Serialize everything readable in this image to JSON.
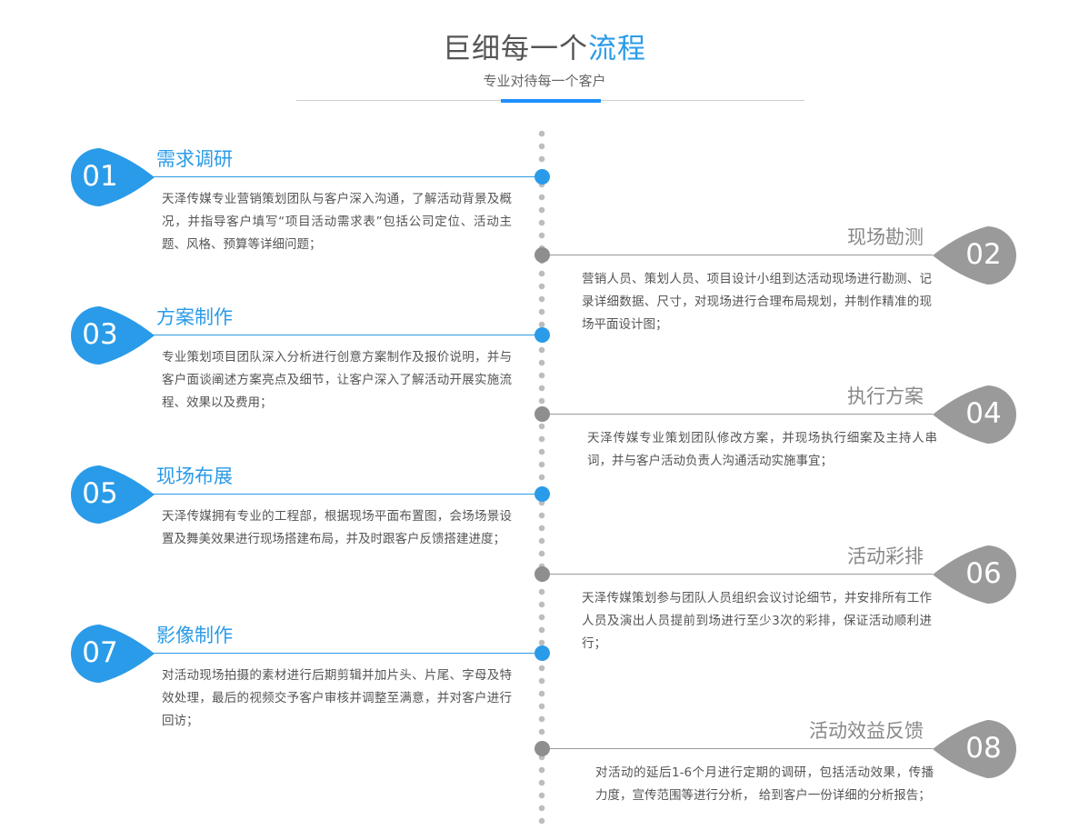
{
  "header": {
    "title_main": "巨细每一个",
    "title_accent": "流程",
    "subtitle": "专业对待每一个客户"
  },
  "colors": {
    "accent": "#2a9be8",
    "grey_badge": "#9a9a9a",
    "text": "#555555"
  },
  "steps": [
    {
      "num": "01",
      "title": "需求调研",
      "side": "left",
      "desc": "天泽传媒专业营销策划团队与客户深入沟通，了解活动背景及概况，并指导客户填写“项目活动需求表”包括公司定位、活动主题、风格、预算等详细问题；"
    },
    {
      "num": "02",
      "title": "现场勘测",
      "side": "right",
      "desc": "营销人员、策划人员、项目设计小组到达活动现场进行勘测、记录详细数据、尺寸，对现场进行合理布局规划，并制作精准的现场平面设计图；"
    },
    {
      "num": "03",
      "title": "方案制作",
      "side": "left",
      "desc": "专业策划项目团队深入分析进行创意方案制作及报价说明，并与客户面谈阐述方案亮点及细节，让客户深入了解活动开展实施流程、效果以及费用；"
    },
    {
      "num": "04",
      "title": "执行方案",
      "side": "right",
      "desc": "天泽传媒专业策划团队修改方案，并现场执行细案及主持人串词，并与客户活动负责人沟通活动实施事宜；"
    },
    {
      "num": "05",
      "title": "现场布展",
      "side": "left",
      "desc": "天泽传媒拥有专业的工程部，根据现场平面布置图，会场场景设置及舞美效果进行现场搭建布局，并及时跟客户反馈搭建进度；"
    },
    {
      "num": "06",
      "title": "活动彩排",
      "side": "right",
      "desc": "天泽传媒策划参与团队人员组织会议讨论细节，并安排所有工作人员及演出人员提前到场进行至少3次的彩排，保证活动顺利进行；"
    },
    {
      "num": "07",
      "title": "影像制作",
      "side": "left",
      "desc": "对活动现场拍摄的素材进行后期剪辑并加片头、片尾、字母及特效处理，最后的视频交予客户审核并调整至满意，并对客户进行回访；"
    },
    {
      "num": "08",
      "title": "活动效益反馈",
      "side": "right",
      "desc": "对活动的延后1-6个月进行定期的调研，包括活动效果，传播力度，宣传范围等进行分析， 给到客户一份详细的分析报告；"
    }
  ]
}
